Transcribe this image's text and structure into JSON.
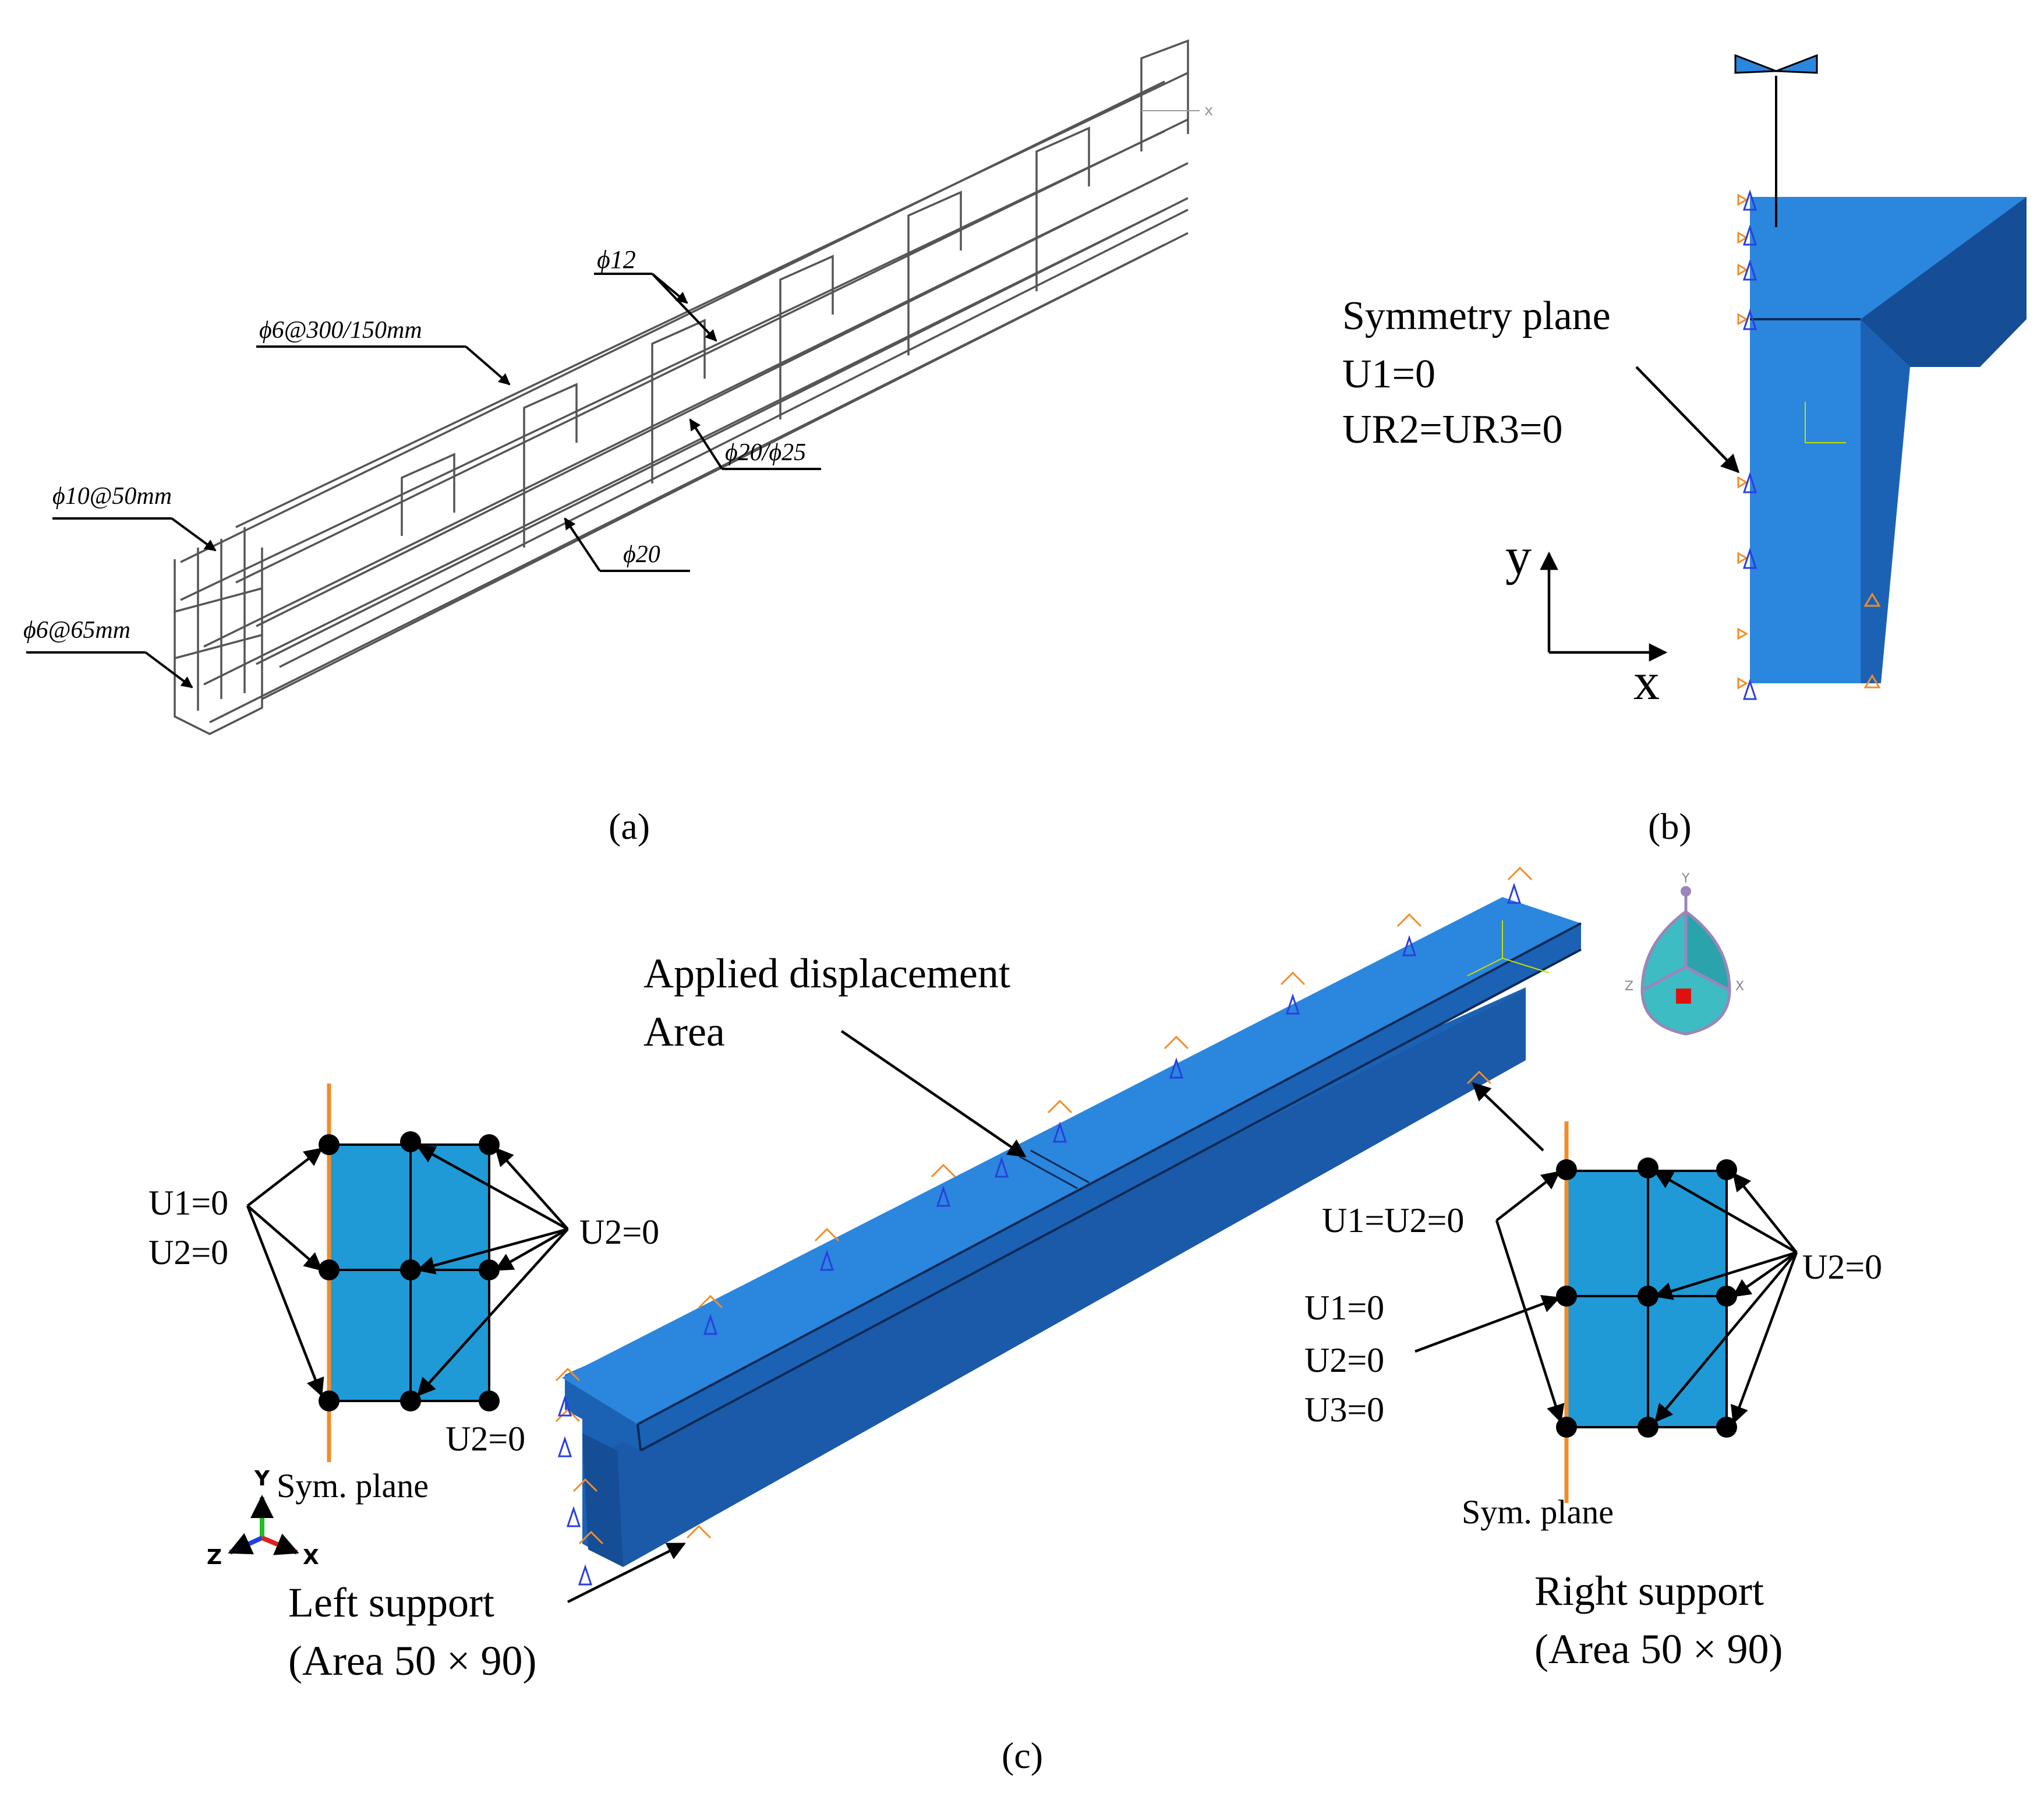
{
  "colors": {
    "beam_top": "#2b86de",
    "beam_side": "#1c62b4",
    "beam_dark": "#154e96",
    "section_fill": "#1f9ad6",
    "sym_plane": "#f28c28",
    "bc_rotation": "#2a3ee0",
    "rebar": "#555555"
  },
  "panel_a": {
    "caption": "(a)",
    "labels": {
      "phi12": "ϕ12",
      "phi6_300": "ϕ6@300/150mm",
      "phi20_25": "ϕ20/ϕ25",
      "phi10": "ϕ10@50mm",
      "phi20": "ϕ20",
      "phi6_65": "ϕ6@65mm"
    },
    "axis_x": "x"
  },
  "panel_b": {
    "caption": "(b)",
    "symmetry_lines": [
      "Symmetry plane",
      "U1=0",
      "UR2=UR3=0"
    ],
    "axis_y": "y",
    "axis_x": "x"
  },
  "panel_c": {
    "caption": "(c)",
    "applied_lines": [
      "Applied displacement",
      "Area"
    ],
    "left_section": {
      "u1u2_lines": [
        "U1=0",
        "U2=0"
      ],
      "u2_right": "U2=0",
      "u2_bottom": "U2=0",
      "sym_plane": "Sym. plane",
      "triad": {
        "y": "Y",
        "z": "Z",
        "x": "X"
      }
    },
    "left_support_lines": [
      "Left support",
      "(Area 50 × 90)"
    ],
    "right_section": {
      "u1u2": "U1=U2=0",
      "u123_lines": [
        "U1=0",
        "U2=0",
        "U3=0"
      ],
      "u2_right": "U2=0",
      "sym_plane": "Sym. plane"
    },
    "right_support_lines": [
      "Right support",
      "(Area 50 × 90)"
    ],
    "view_cube": {
      "y": "Y",
      "z": "Z",
      "x": "X"
    }
  }
}
